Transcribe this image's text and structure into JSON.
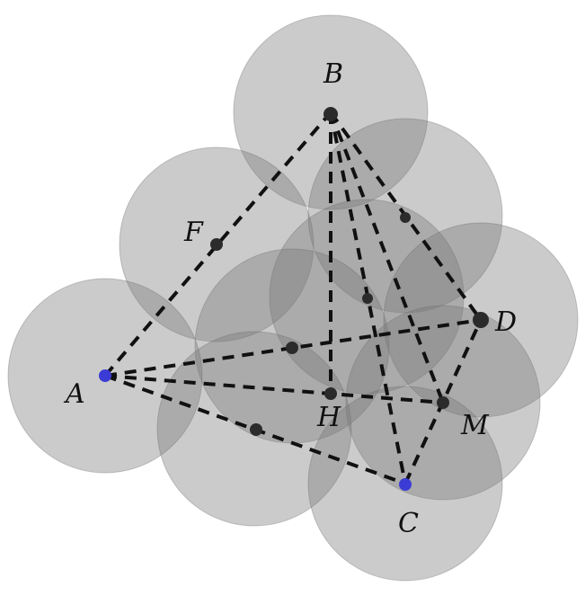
{
  "diagram": {
    "labels": {
      "A": "A",
      "B": "B",
      "C": "C",
      "D": "D",
      "F": "F",
      "H": "H",
      "M": "M"
    },
    "colors": {
      "sphere": "#7a7a7a",
      "edge": "#111111",
      "vertex_dark": "#2b2b2b",
      "vertex_blue": "#3b3bd6"
    }
  }
}
